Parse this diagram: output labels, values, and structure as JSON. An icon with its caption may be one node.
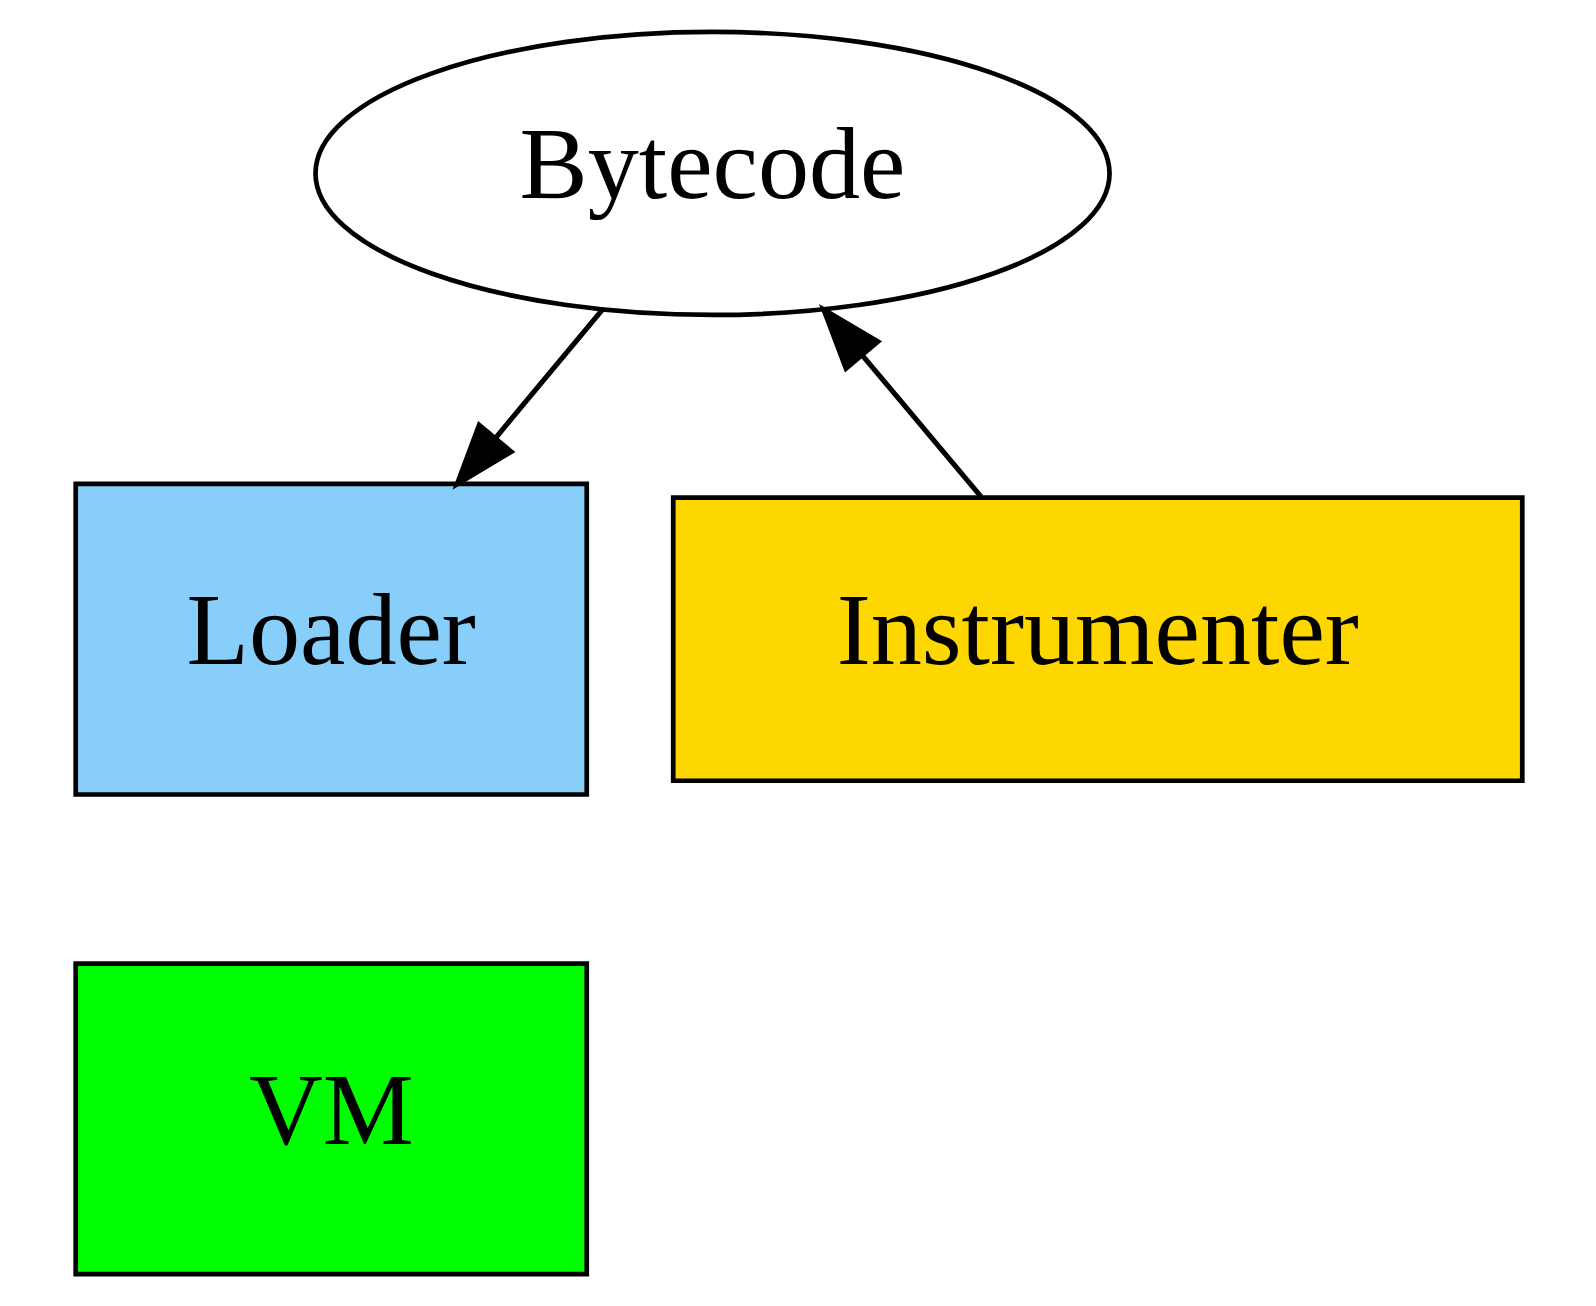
{
  "diagram": {
    "nodes": [
      {
        "text": [
          "Bytecode"
        ]
      },
      {
        "text": [
          "Loader"
        ]
      },
      {
        "text": [
          "Instrumenter"
        ]
      },
      {
        "text": [
          "VM"
        ]
      }
    ],
    "edges": [
      {
        "from": 0,
        "to": 1,
        "arrow": "to"
      },
      {
        "from": 2,
        "to": 0,
        "arrow": "to"
      }
    ]
  }
}
